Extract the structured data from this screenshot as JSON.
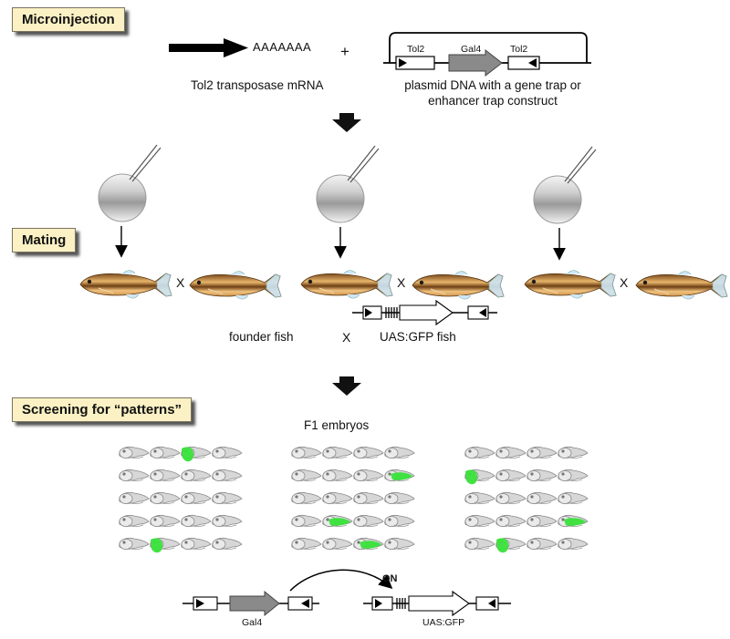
{
  "steps": {
    "microinjection": "Microinjection",
    "mating": "Mating",
    "screening": "Screening for “patterns”"
  },
  "microinjection": {
    "polya": "AAAAAAA",
    "mrna_label": "Tol2 transposase mRNA",
    "plus": "+",
    "plasmid_label_line1": "plasmid DNA with a gene trap or",
    "plasmid_label_line2": "enhancer trap construct",
    "tol2_left": "Tol2",
    "gal4": "Gal4",
    "tol2_right": "Tol2"
  },
  "mating": {
    "cross_symbol": "X",
    "founder_label": "founder fish",
    "cross_label": "X",
    "uas_fish_label": "UAS:GFP fish"
  },
  "screening": {
    "f1_label": "F1 embryos",
    "on_label": "ON",
    "gal4_label": "Gal4",
    "uas_label": "UAS:GFP"
  },
  "colors": {
    "label_fill": "#fbf1c4",
    "gfp_green": "#39e23a",
    "gal4_gray": "#888888",
    "fish_body": "#d99a50"
  },
  "embryo_grids": [
    {
      "rows": 5,
      "cols": 4,
      "green": [
        [
          0,
          2,
          "head"
        ],
        [
          4,
          1,
          "head"
        ]
      ]
    },
    {
      "rows": 5,
      "cols": 4,
      "green": [
        [
          1,
          3,
          "tail"
        ],
        [
          3,
          1,
          "tail"
        ],
        [
          4,
          2,
          "tail"
        ]
      ]
    },
    {
      "rows": 5,
      "cols": 4,
      "green": [
        [
          1,
          0,
          "head"
        ],
        [
          3,
          3,
          "tail"
        ],
        [
          4,
          1,
          "head"
        ]
      ]
    }
  ]
}
